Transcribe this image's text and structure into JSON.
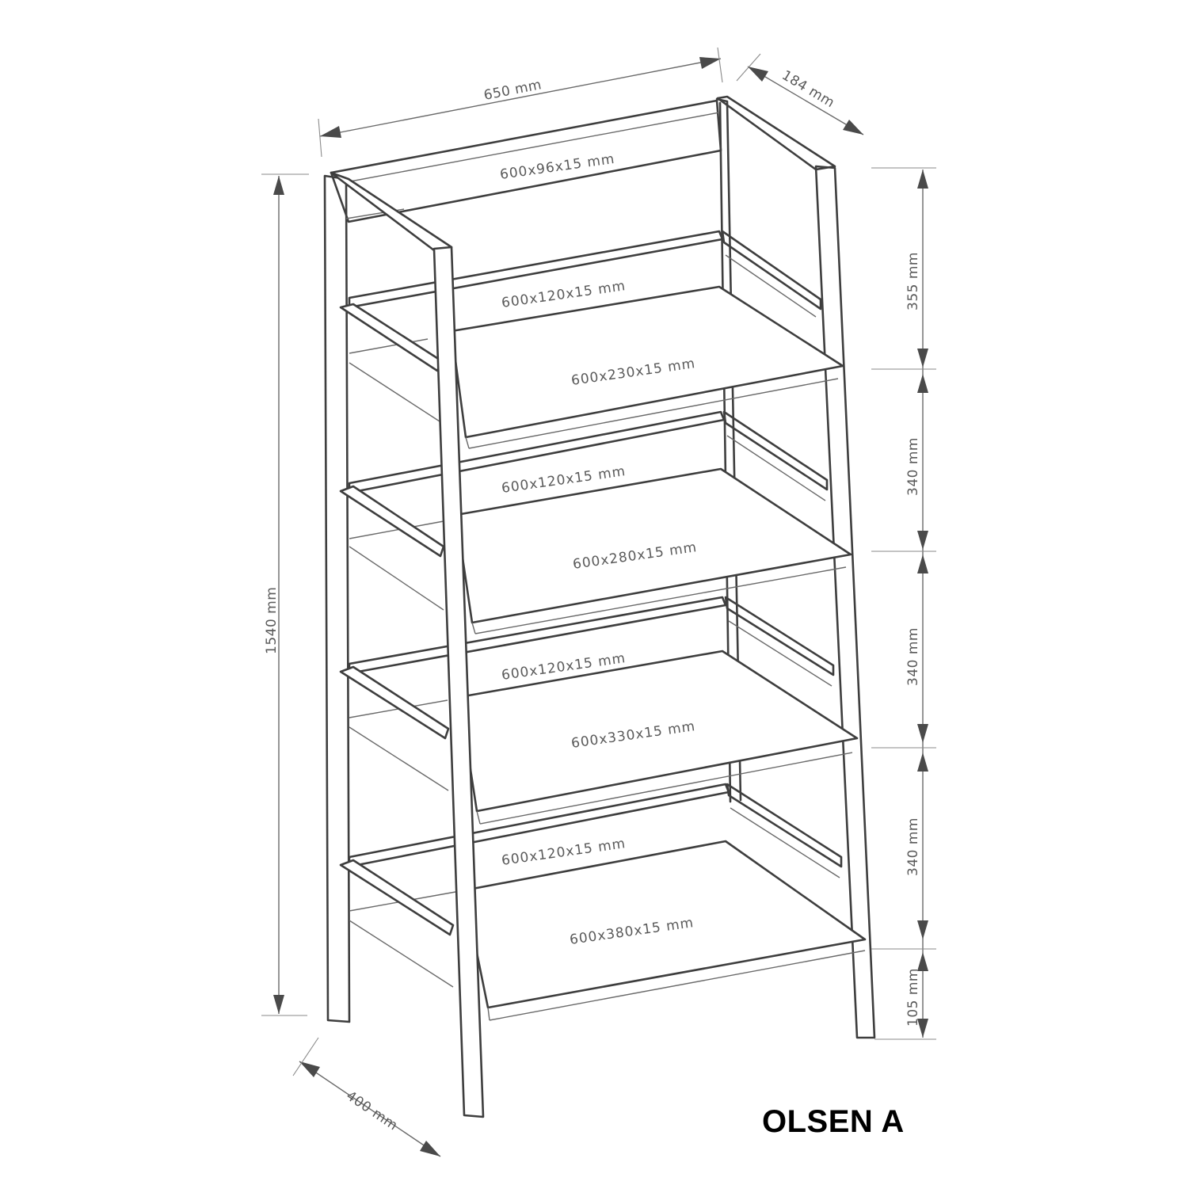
{
  "model_name": "OLSEN A",
  "dimensions": {
    "width": "650 mm",
    "depth_top": "184 mm",
    "height": "1540 mm",
    "depth_bottom": "400 mm",
    "gap_1": "355 mm",
    "gap_2": "340 mm",
    "gap_3": "340 mm",
    "gap_4": "340 mm",
    "foot": "105 mm"
  },
  "parts": {
    "top_back_panel": "600x96x15 mm",
    "back_panel_1": "600x120x15 mm",
    "shelf_1": "600x230x15 mm",
    "back_panel_2": "600x120x15 mm",
    "shelf_2": "600x280x15 mm",
    "back_panel_3": "600x120x15 mm",
    "shelf_3": "600x330x15 mm",
    "back_panel_4": "600x120x15 mm",
    "shelf_4": "600x380x15 mm"
  },
  "colors": {
    "line": "#3e3e3e",
    "label": "#5a5a5a",
    "title": "#000000"
  }
}
